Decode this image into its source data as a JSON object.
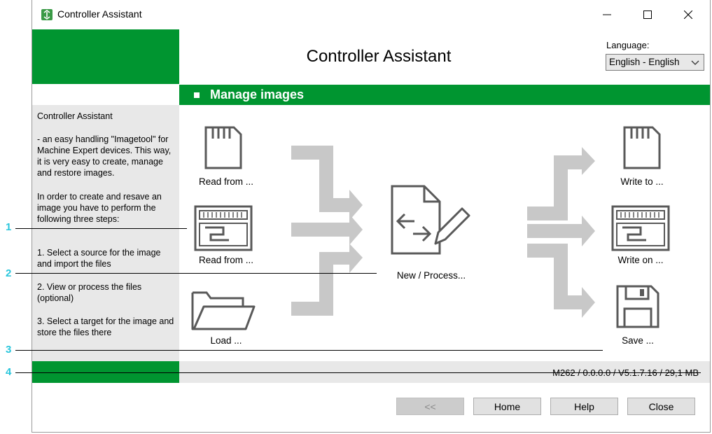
{
  "window": {
    "title": "Controller Assistant",
    "minimize_glyph": "—",
    "maximize_glyph": "☐",
    "close_glyph": "✕"
  },
  "header": {
    "title": "Controller Assistant",
    "language_label": "Language:",
    "language_value": "English - English"
  },
  "section": {
    "title": "Manage images"
  },
  "sidebar": {
    "heading": "Controller Assistant",
    "paragraph1": " - an easy handling \"Imagetool\" for Machine Expert devices. This way, it is very easy to create, manage and  restore images.",
    "paragraph2": "In order to create and resave an image you have to perform the following three steps:",
    "step1": "1. Select a source for the image and import the files",
    "step2": "2. View or process the files (optional)",
    "step3": "3. Select a target for the image and store the files there"
  },
  "sources": [
    {
      "label": "Read from ...",
      "icon": "sd-card-icon"
    },
    {
      "label": "Read from ...",
      "icon": "controller-icon"
    },
    {
      "label": "Load ...",
      "icon": "folder-icon"
    }
  ],
  "process": {
    "label": "New / Process...",
    "icon": "process-document-icon"
  },
  "targets": [
    {
      "label": "Write to ...",
      "icon": "sd-card-icon"
    },
    {
      "label": "Write on ...",
      "icon": "controller-icon"
    },
    {
      "label": "Save ...",
      "icon": "floppy-disk-icon"
    }
  ],
  "status": {
    "text": "M262 / 0.0.0.0 / V5.1.7.16 / 29,1 MB"
  },
  "buttons": {
    "back": "<<",
    "home": "Home",
    "help": "Help",
    "close": "Close"
  },
  "callouts": [
    "1",
    "2",
    "3",
    "4"
  ],
  "colors": {
    "brand_green": "#009530",
    "panel_gray": "#e8e8e8",
    "arrow_gray": "#c8c8c8",
    "icon_gray": "#595959",
    "callout_cyan": "#29c6dc"
  }
}
